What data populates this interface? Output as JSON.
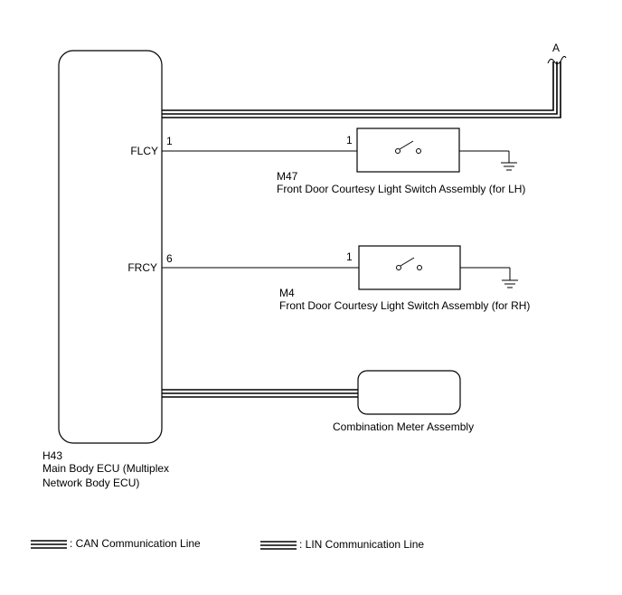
{
  "ecu": {
    "code": "H43",
    "name_line1": "Main Body ECU (Multiplex",
    "name_line2": "Network Body ECU)",
    "pin_flcy": "FLCY",
    "pin_flcy_no": "1",
    "pin_frcy": "FRCY",
    "pin_frcy_no": "6"
  },
  "switch_lh": {
    "code": "M47",
    "name": "Front Door Courtesy Light Switch Assembly (for LH)",
    "pin": "1"
  },
  "switch_rh": {
    "code": "M4",
    "name": "Front Door Courtesy Light Switch Assembly (for RH)",
    "pin": "1"
  },
  "meter": {
    "name": "Combination Meter Assembly"
  },
  "connector": {
    "label": "A"
  },
  "legend": {
    "can": ": CAN Communication Line",
    "lin": ": LIN Communication Line"
  }
}
